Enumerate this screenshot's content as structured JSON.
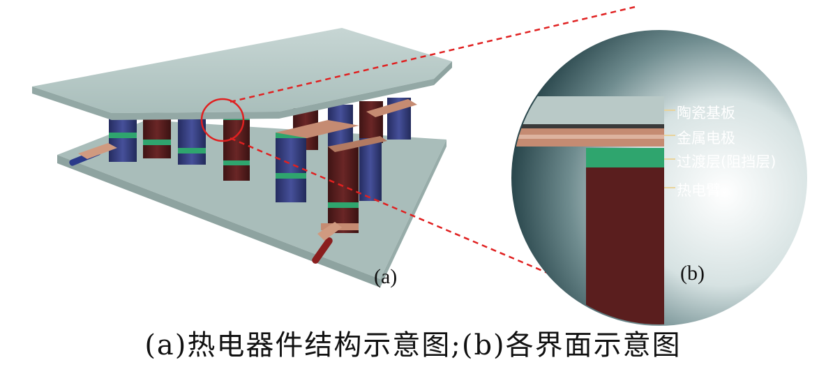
{
  "panels": {
    "a_label": "(a)",
    "b_label": "(b)"
  },
  "layers": {
    "ceramic_substrate": "陶瓷基板",
    "metal_electrode": "金属电极",
    "transition_layer": "过渡层(阻挡层)",
    "thermoelectric_leg": "热电臂"
  },
  "caption": "(a)热电器件结构示意图;(b)各界面示意图",
  "colors": {
    "ceramic": "#b3c7c4",
    "electrode": "#c58b72",
    "barrier": "#2fa56e",
    "p_leg": "#5a1e1e",
    "n_leg": "#3a4282",
    "zoom_line": "#e02020",
    "zoom_bg": "#29474c"
  }
}
